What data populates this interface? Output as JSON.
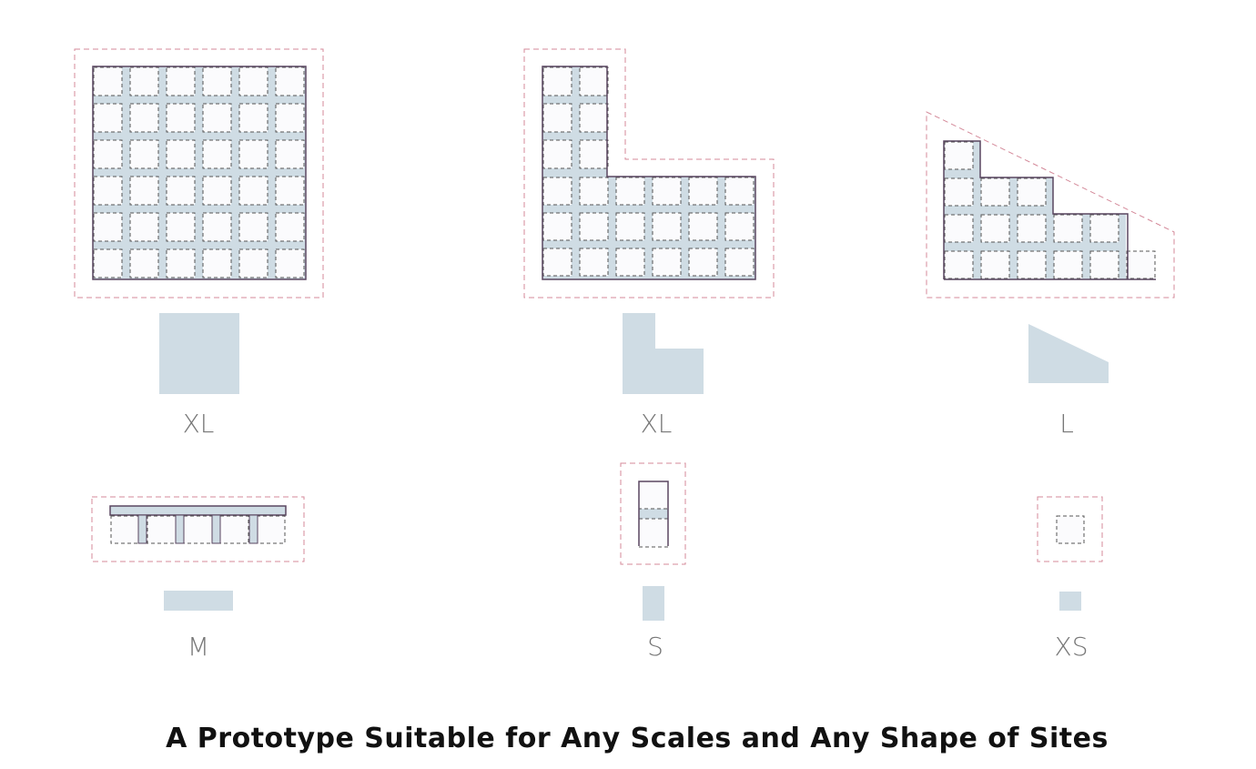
{
  "caption": "A Prototype Suitable for Any Scales and Any Shape of Sites",
  "colors": {
    "site_boundary": "#d48a9a",
    "module_fill": "#cfdce4",
    "grid_line": "#5a4660",
    "cell_dash": "#555555",
    "label": "#777777",
    "caption": "#111111"
  },
  "prototypes": [
    {
      "shape": "square",
      "size_label": "XL"
    },
    {
      "shape": "l-shape",
      "size_label": "XL"
    },
    {
      "shape": "trapezoid",
      "size_label": "L"
    },
    {
      "shape": "bar",
      "size_label": "M"
    },
    {
      "shape": "tall-rectangle",
      "size_label": "S"
    },
    {
      "shape": "single-cell",
      "size_label": "XS"
    }
  ]
}
